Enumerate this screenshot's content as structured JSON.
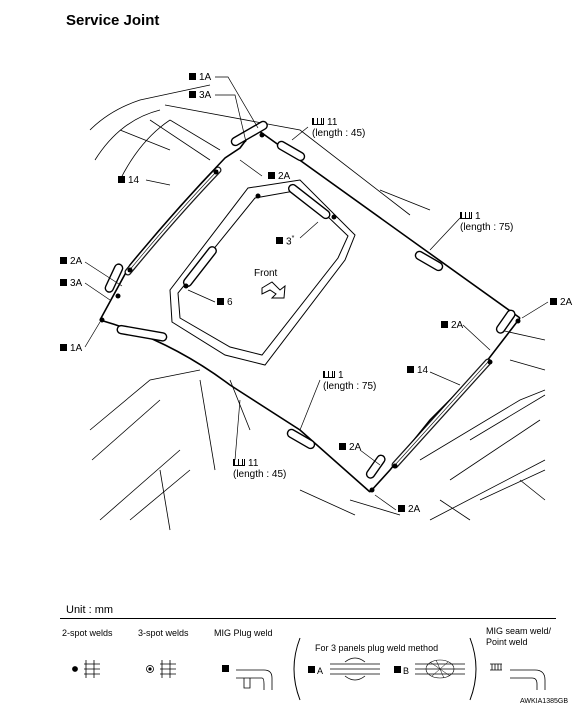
{
  "title": "Service Joint",
  "labels": {
    "l1a_top": "1A",
    "l3a_top": "3A",
    "l11_top_val": "11",
    "l11_top_len": "(length : 45)",
    "l2a_top": "2A",
    "l14_left": "14",
    "l3_star": "3",
    "l3_star_mark": "*",
    "l1_right_val": "1",
    "l1_right_len": "(length : 75)",
    "front": "Front",
    "l2a_left": "2A",
    "l3a_left": "3A",
    "l6": "6",
    "l2a_right_top": "2A",
    "l2a_right_mid": "2A",
    "l1a_left": "1A",
    "l1_bottom_val": "1",
    "l1_bottom_len": "(length : 75)",
    "l14_right": "14",
    "l2a_right_low": "2A",
    "l11_bottom_val": "11",
    "l11_bottom_len": "(length : 45)",
    "l2a_bottom": "2A"
  },
  "legend": {
    "unit": "Unit : mm",
    "two_spot": "2-spot welds",
    "three_spot": "3-spot welds",
    "mig_plug": "MIG Plug weld",
    "three_panels": "For 3 panels plug weld method",
    "a": "A",
    "b": "B",
    "mig_seam_1": "MIG seam weld/",
    "mig_seam_2": "Point weld"
  },
  "code": "AWKIA1385GB"
}
